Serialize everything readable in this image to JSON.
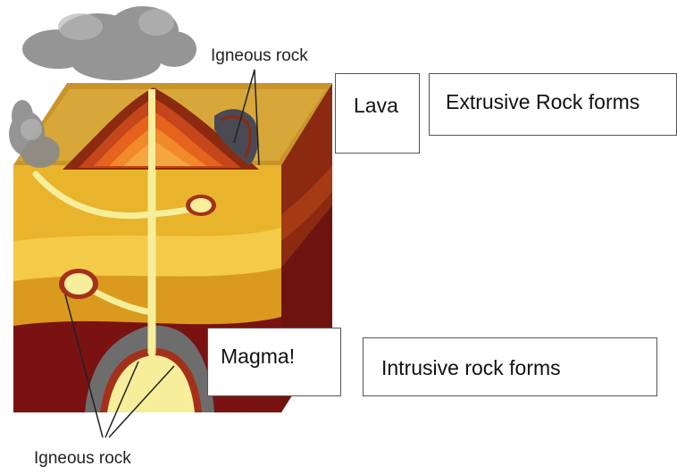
{
  "labels": {
    "igneous_top": "Igneous rock",
    "igneous_bottom": "Igneous rock"
  },
  "boxes": {
    "lava": "Lava",
    "extrusive": "Extrusive Rock forms",
    "magma": "Magma!",
    "intrusive": "Intrusive rock forms"
  },
  "colors": {
    "ground_top": "#c9952a",
    "layer_light": "#f1c73c",
    "layer_mid": "#d99a1e",
    "deep_red": "#7a1212",
    "side_face": "#8b2a10",
    "lava_orange": "#e5631c",
    "magma_yellow": "#f6ee9a",
    "smoke": "#8a8a8a"
  }
}
